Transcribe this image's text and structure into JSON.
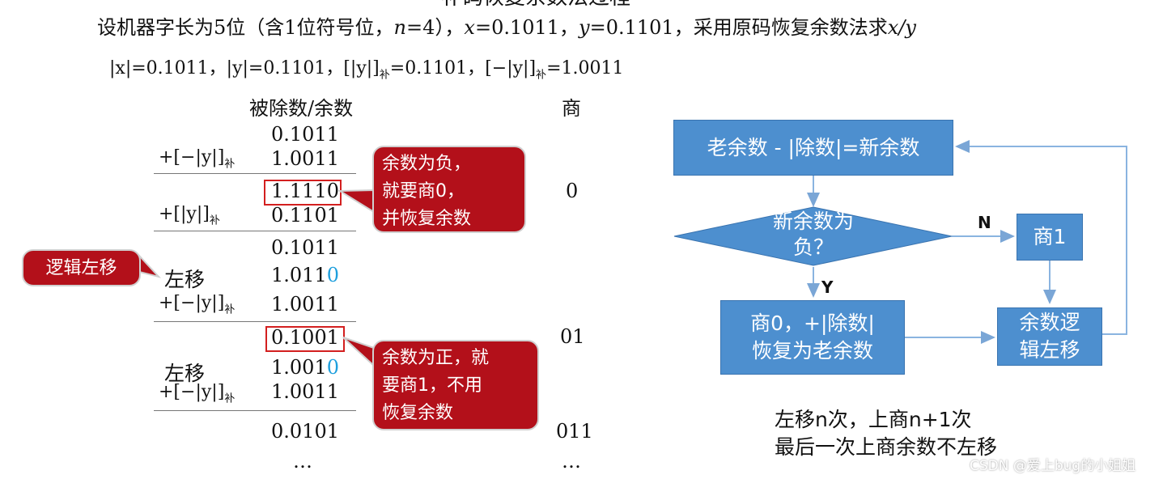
{
  "top_partial": "补码恢复余数法过程",
  "title_line": {
    "p1": "设机器字长为5位（含1位符号位，",
    "n": "n",
    "p2": "=4），",
    "x": "x",
    "p3": "=0.1011，",
    "y": "y",
    "p4": "=0.1101，采用原码恢复余数法求",
    "xy": "x/y"
  },
  "values_line": {
    "absx": "|x|=0.1011，",
    "absy": "|y|=0.1101，",
    "ycomp": "[|y|]",
    "ycomp_val": "=0.1101，",
    "negy": "[−|y|]",
    "negy_val": "=1.0011",
    "sub": "补"
  },
  "table": {
    "header_dividend": "被除数/余数",
    "header_quotient": "商",
    "op_neg": "+[−|y|]",
    "op_pos": "+[|y|]",
    "op_sub": "补",
    "shift": "左移",
    "rows": {
      "r1": "0.1011",
      "r2": "1.0011",
      "r3": "1.1110",
      "r4": "0.1101",
      "r5": "0.1011",
      "r6a": "1.011",
      "r6b": "0",
      "r7": "1.0011",
      "r8": "0.1001",
      "r9a": "1.001",
      "r9b": "0",
      "r10": "1.0011",
      "r11": "0.0101",
      "r12": "…"
    },
    "quotients": {
      "q1": "0",
      "q2": "01",
      "q3": "011",
      "q4": "…"
    }
  },
  "callouts": {
    "negative": [
      "余数为负，",
      "就要商0，",
      "并恢复余数"
    ],
    "positive": [
      "余数为正，就",
      "要商1，不用",
      "恢复余数"
    ],
    "shift": "逻辑左移"
  },
  "flowchart": {
    "box_top": "老余数 - |除数|=新余数",
    "decision": [
      "新余数为",
      "负？"
    ],
    "label_n": "N",
    "label_y": "Y",
    "box_q1": "商1",
    "box_q0": [
      "商0，+|除数|",
      "恢复为老余数"
    ],
    "box_shift": [
      "余数逻",
      "辑左移"
    ],
    "colors": {
      "box": "#4d8fcf",
      "arrow": "#8ab4e0"
    }
  },
  "notes": [
    "左移n次，上商n+1次",
    "最后一次上商余数不左移"
  ],
  "watermark": "CSDN @爱上bug的小姐姐"
}
